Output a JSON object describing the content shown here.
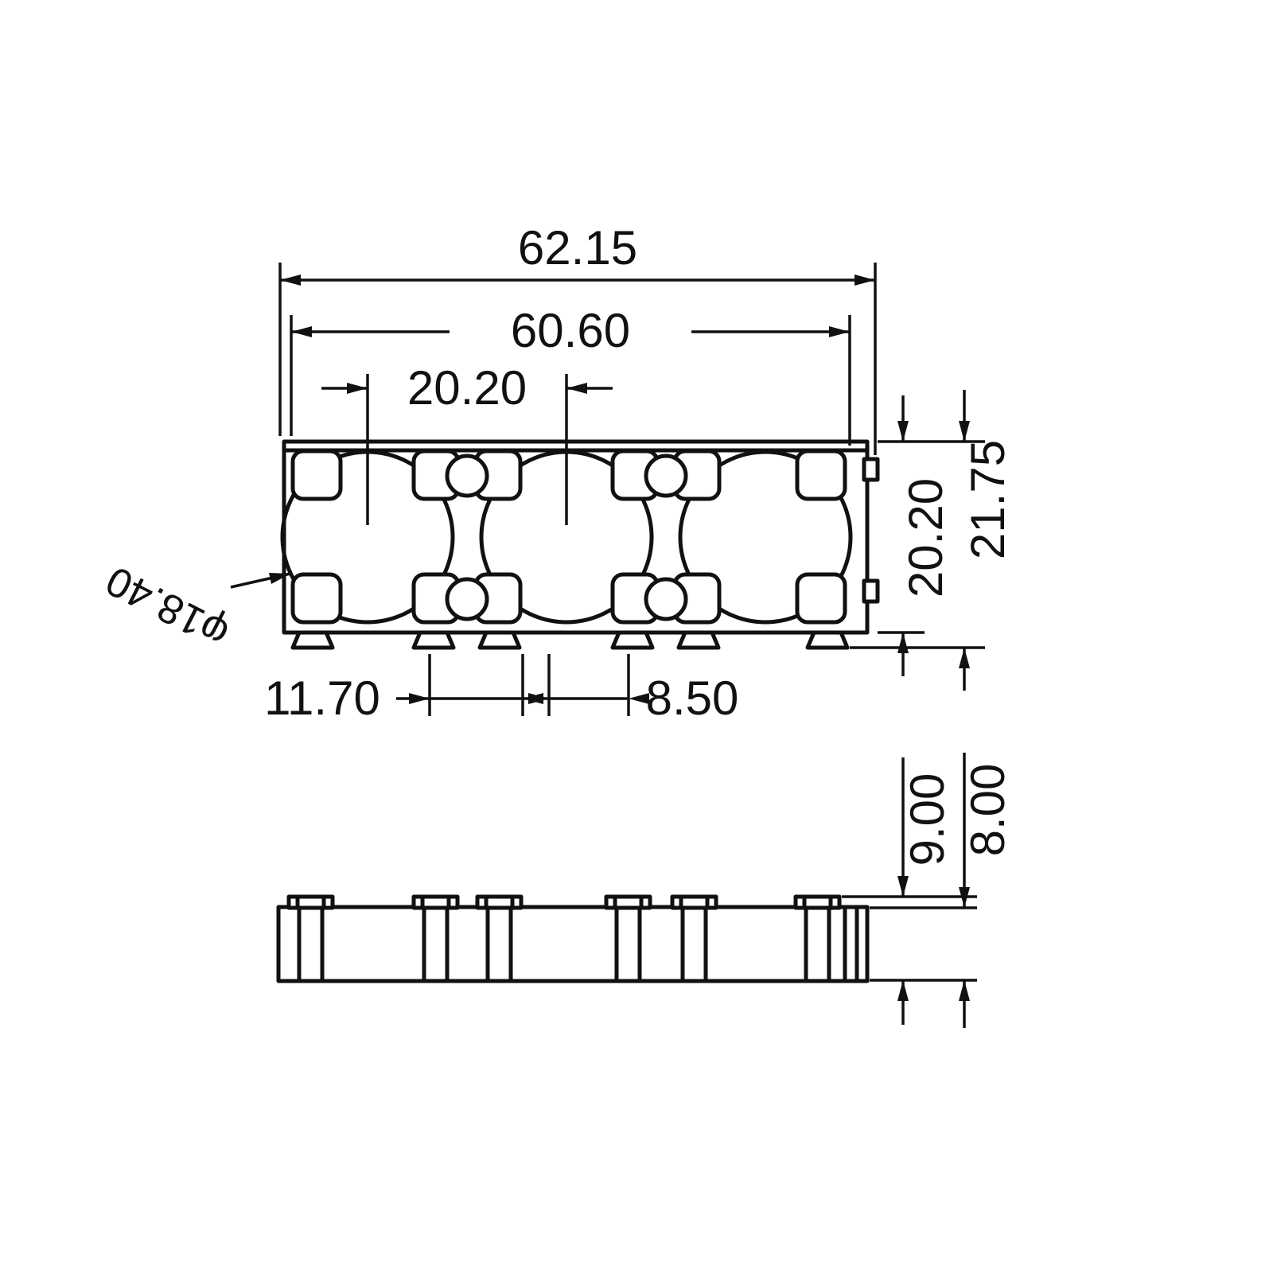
{
  "drawing": {
    "background": "#ffffff",
    "line_color": "#111111",
    "description": "3-cell battery holder bracket technical drawing, top view and side view"
  },
  "top_view": {
    "dims": {
      "overall_width": "62.15",
      "body_width": "60.60",
      "cell_pitch": "20.20",
      "overall_height": "21.75",
      "body_height": "20.20",
      "hole_diameter": "φ18.40",
      "foot_spacing": "11.70",
      "foot_gap": "8.50"
    }
  },
  "side_view": {
    "dims": {
      "overall_height": "9.00",
      "body_height": "8.00"
    }
  }
}
